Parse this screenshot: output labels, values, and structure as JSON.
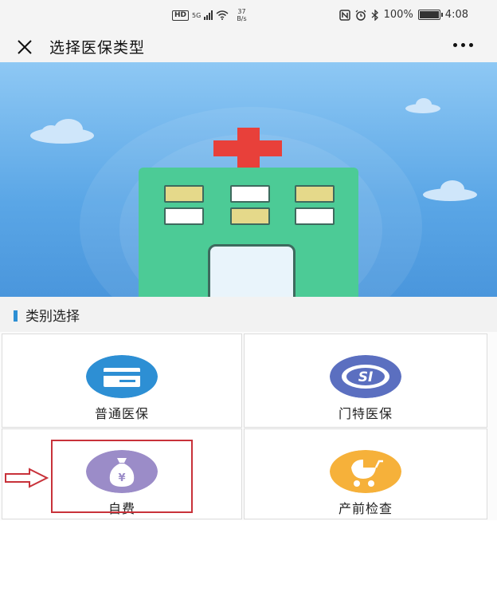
{
  "status_bar": {
    "network_badge": "HD",
    "network_type": "5G",
    "net_speed_value": "37",
    "net_speed_unit": "B/s",
    "battery_text": "100%",
    "time": "4:08"
  },
  "header": {
    "title": "选择医保类型",
    "close_icon": "close-icon",
    "more_icon": "more-icon"
  },
  "section": {
    "title": "类别选择"
  },
  "categories": [
    {
      "label": "普通医保",
      "icon": "card-icon",
      "color": "#2d8fd4"
    },
    {
      "label": "门特医保",
      "icon": "social-insurance-icon",
      "color": "#5b6fc0"
    },
    {
      "label": "自费",
      "icon": "money-bag-icon",
      "color": "#9b8cc8"
    },
    {
      "label": "产前检查",
      "icon": "baby-stroller-icon",
      "color": "#f6b13a"
    }
  ],
  "colors": {
    "accent": "#2d8fd4",
    "highlight": "#c8323a",
    "hospital_green": "#4ccb96",
    "cross_red": "#e8403a"
  }
}
